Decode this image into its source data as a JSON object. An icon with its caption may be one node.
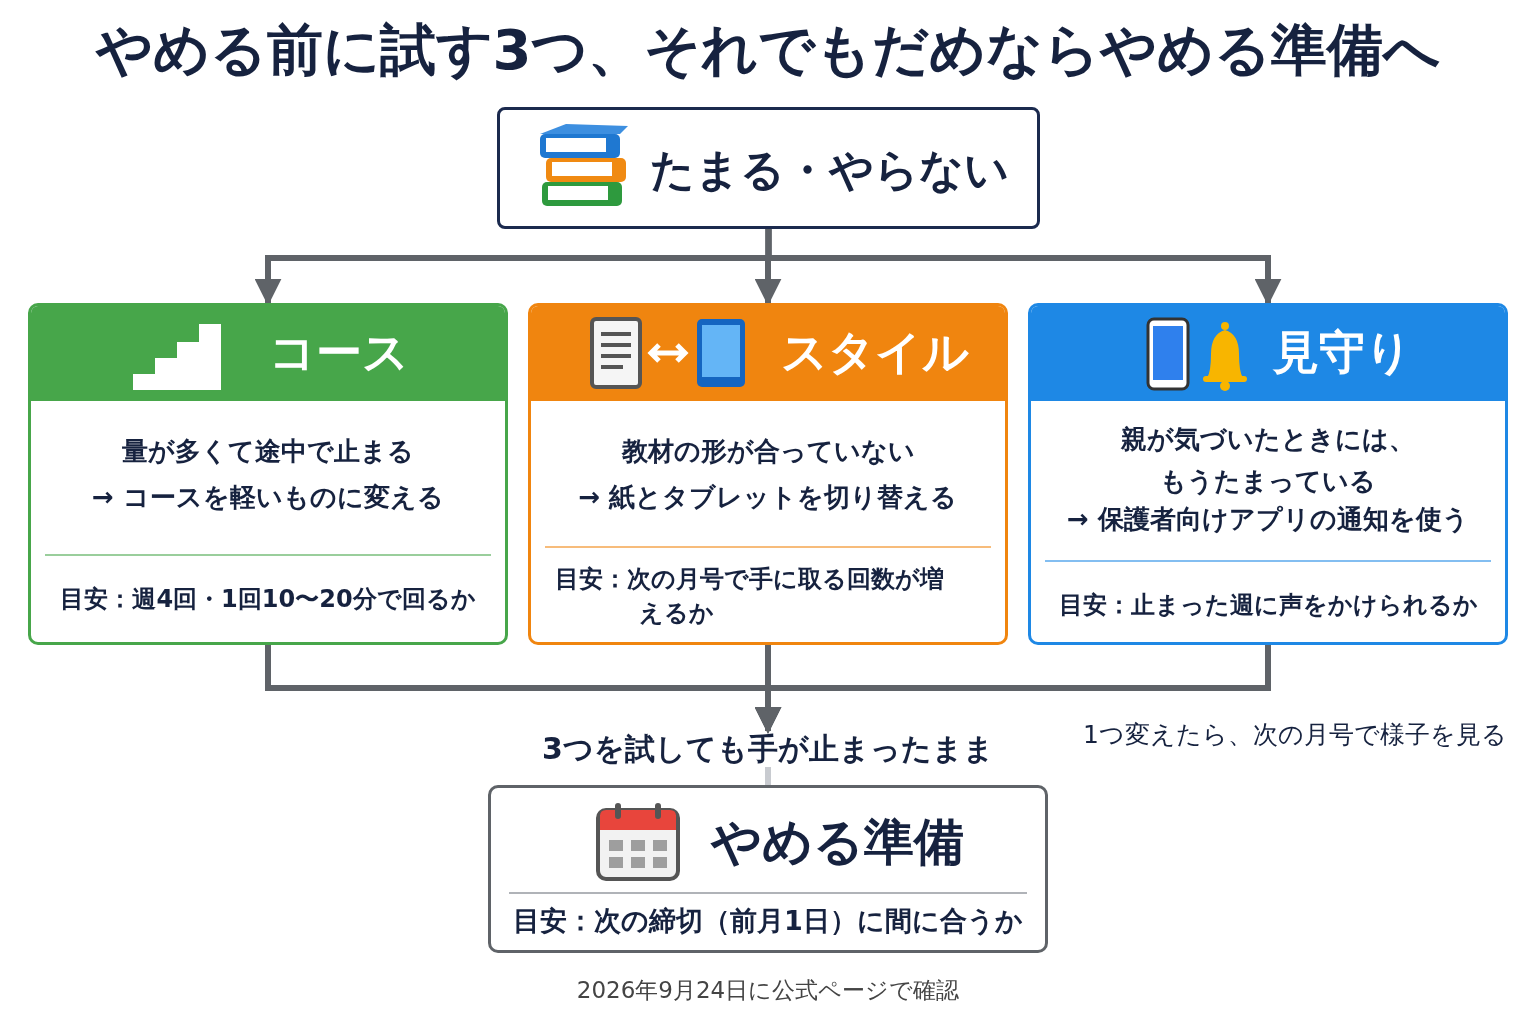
{
  "diagram": {
    "title": "やめる前に試す3つ、それでもだめならやめる準備へ",
    "nodes": [
      {
        "text": [
          "たまる・やらない"
        ]
      },
      {
        "text": [
          "コース",
          "量が多くて途中で止まる",
          "→ コースを軽いものに変える",
          "目安：週4回・1回10〜20分で回るか"
        ]
      },
      {
        "text": [
          "スタイル",
          "教材の形が合っていない",
          "→ 紙とタブレットを切り替える",
          "目安：次の月号で手に取る回数が増えるか"
        ]
      },
      {
        "text": [
          "見守り",
          "親が気づいたときには、もうたまっている",
          "→ 保護者向けアプリの通知を使う",
          "目安：止まった週に声をかけられるか"
        ]
      },
      {
        "text": [
          "3つを試しても手が止まったまま"
        ]
      },
      {
        "text": [
          "やめる準備",
          "目安：次の締切（前月1日）に間に合うか"
        ]
      }
    ],
    "edges": [
      {
        "from": 0,
        "to": 1,
        "arrow": "to"
      },
      {
        "from": 0,
        "to": 2,
        "arrow": "to"
      },
      {
        "from": 0,
        "to": 3,
        "arrow": "to"
      },
      {
        "from": 1,
        "to": 4,
        "arrow": "to"
      },
      {
        "from": 2,
        "to": 4,
        "arrow": "to"
      },
      {
        "from": 3,
        "to": 4,
        "arrow": "to"
      },
      {
        "from": 4,
        "to": 5,
        "arrow": "none",
        "color": "#c8cbd0"
      }
    ],
    "labels": [
      "1つ変えたら、次の月号で様子を見る",
      "2026年9月24日に公式ページで確認"
    ]
  }
}
